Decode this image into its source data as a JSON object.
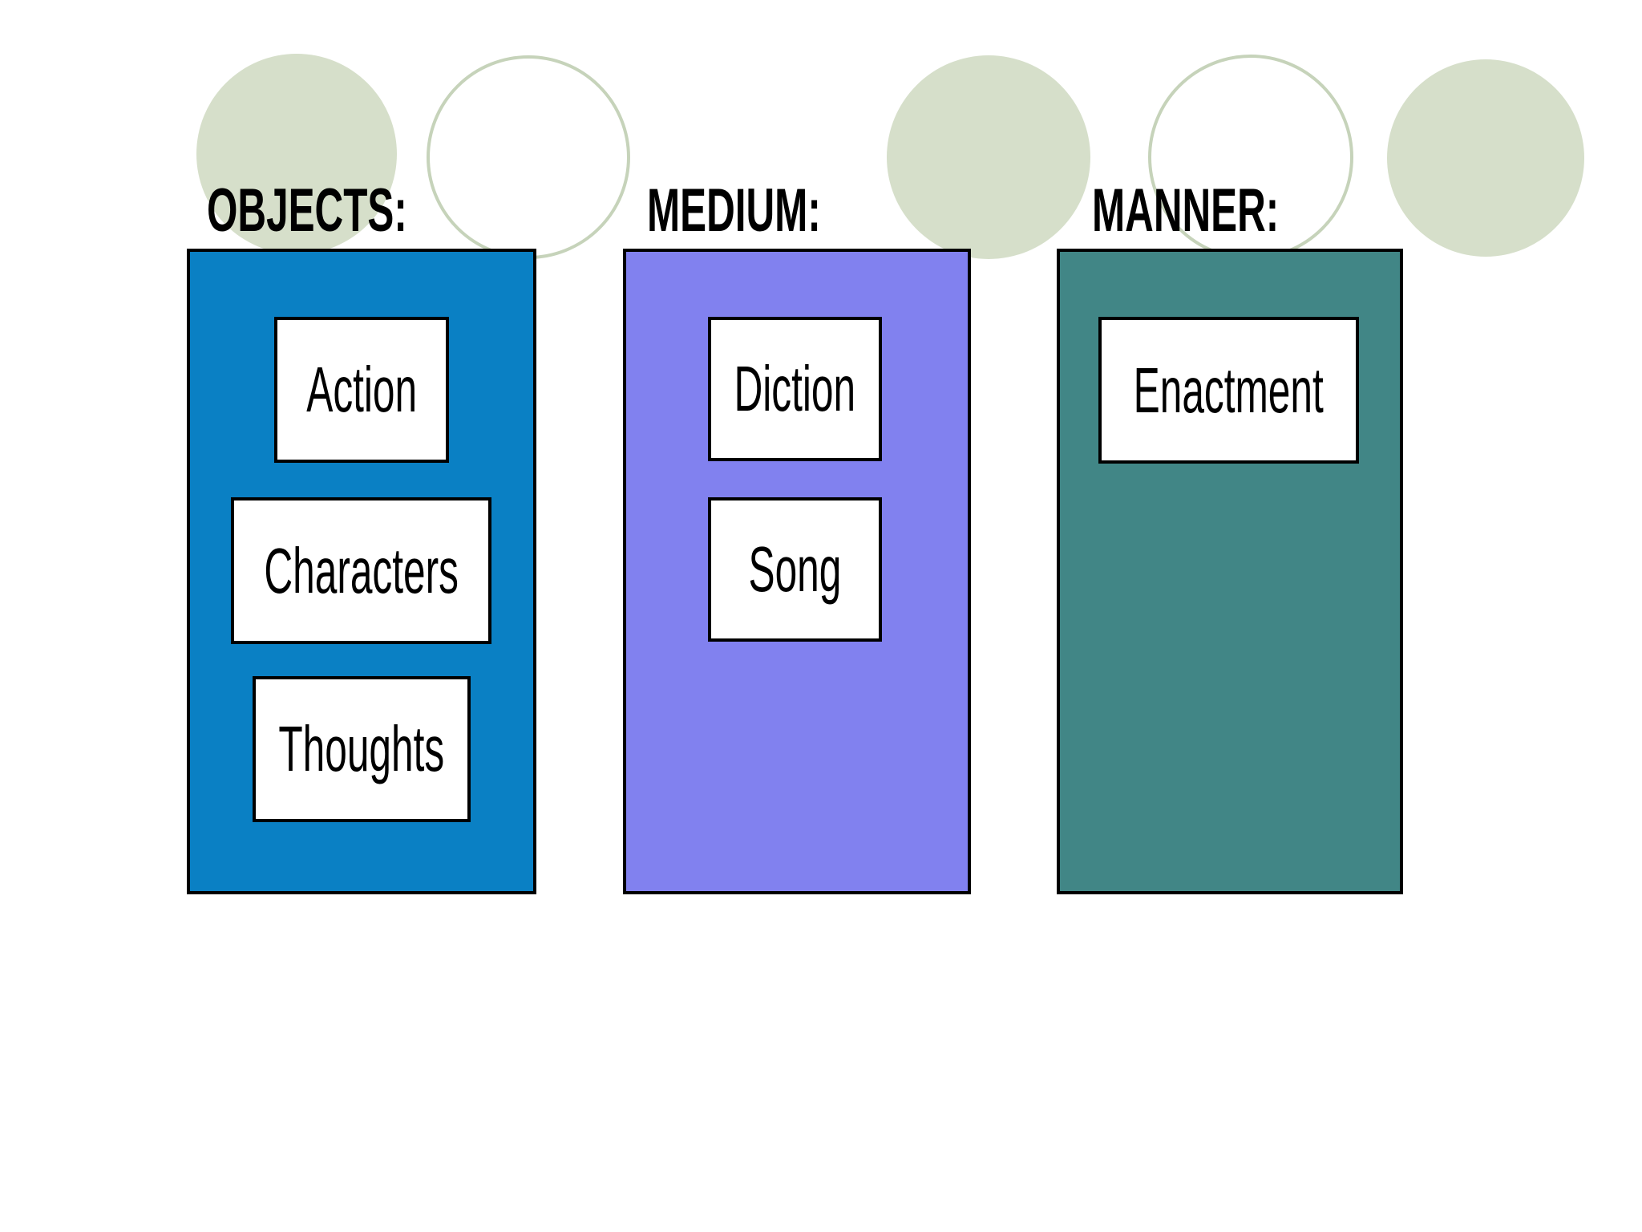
{
  "slide": {
    "background": "#ffffff"
  },
  "palette": {
    "objects_column_blue": "#0a80c4",
    "medium_column_purple": "#8181ef",
    "manner_column_teal": "#418686",
    "circle_fill_sage": "#d6dfca",
    "circle_outline_sage": "#c6d3ba",
    "item_box_fill": "#ffffff",
    "border_color": "#000000",
    "text_color": "#000000"
  },
  "columns": [
    {
      "label": "OBJECTS:",
      "items": [
        {
          "label": "Action"
        },
        {
          "label": "Characters"
        },
        {
          "label": "Thoughts"
        }
      ]
    },
    {
      "label": "MEDIUM:",
      "items": [
        {
          "label": "Diction"
        },
        {
          "label": "Song"
        }
      ]
    },
    {
      "label": "MANNER:",
      "items": [
        {
          "label": "Enactment"
        }
      ]
    }
  ],
  "decorations": {
    "circles": [
      {
        "style": "filled"
      },
      {
        "style": "outline"
      },
      {
        "style": "filled"
      },
      {
        "style": "outline"
      },
      {
        "style": "filled"
      }
    ]
  }
}
